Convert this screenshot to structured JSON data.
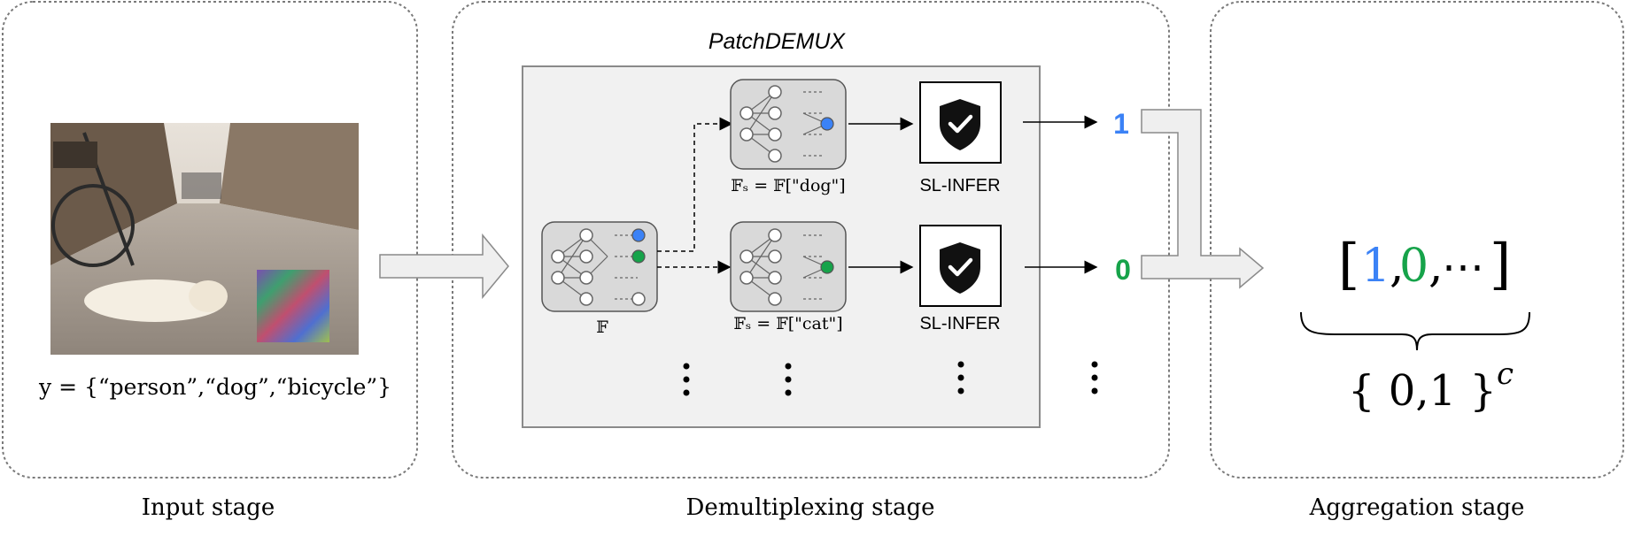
{
  "stages": {
    "input_label": "Input stage",
    "demux_label": "Demultiplexing stage",
    "aggregation_label": "Aggregation stage"
  },
  "demux": {
    "title": "PatchDEMUX",
    "full_model_label": "𝔽",
    "sub_model_dog_label": "𝔽ₛ = 𝔽[\"dog\"]",
    "sub_model_cat_label": "𝔽ₛ = 𝔽[\"cat\"]",
    "infer_label_1": "SL-INFER",
    "infer_label_2": "SL-INFER",
    "output_1": "1",
    "output_2": "0"
  },
  "input": {
    "label_vector": "y = {“person”,“dog”,“bicycle”}"
  },
  "aggregation": {
    "vector_open": "[",
    "vector_value_1": "1",
    "vector_sep_1": ",",
    "vector_value_2": "0",
    "vector_sep_2": ",",
    "vector_ellipsis": "⋯",
    "vector_close": "]",
    "set_label": "{ 0,1 }",
    "set_exponent": "c"
  },
  "colors": {
    "blue": "#3b82f6",
    "green": "#16a34a",
    "panel_border": "#7a7a7a",
    "box_fill": "#f1f1f1",
    "model_fill": "#d9d9d9"
  },
  "icons": {
    "shield": "shield-check-icon",
    "network": "neural-network-icon",
    "photo": "street-dog-photo"
  }
}
